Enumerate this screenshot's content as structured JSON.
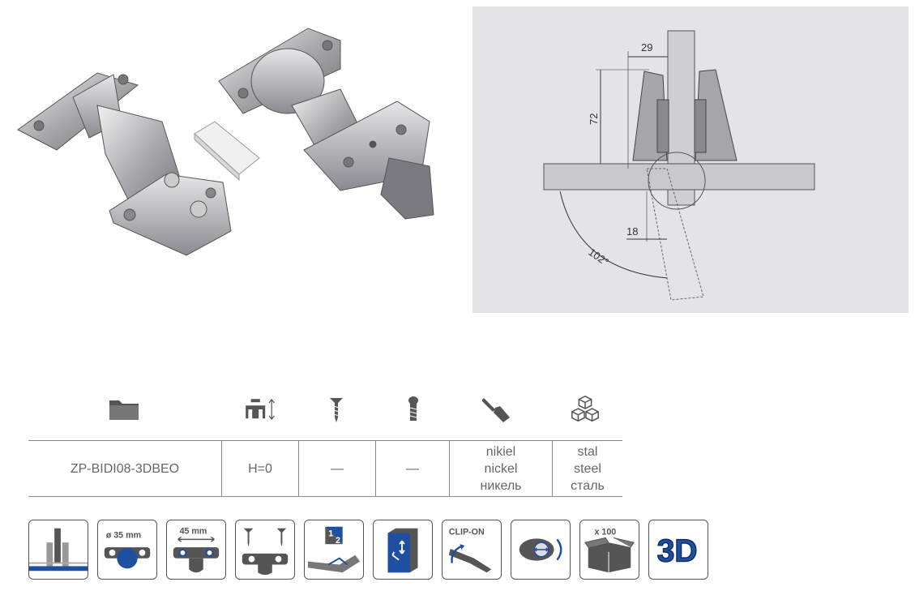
{
  "spec_table": {
    "columns": [
      {
        "icon": "folder-icon"
      },
      {
        "icon": "height-adjust-icon"
      },
      {
        "icon": "wood-screw-icon"
      },
      {
        "icon": "euro-screw-icon"
      },
      {
        "icon": "paint-brush-icon"
      },
      {
        "icon": "material-cubes-icon"
      }
    ],
    "row": {
      "code": "ZP-BIDI08-3DBEO",
      "height": "H=0",
      "screw1": "—",
      "screw2": "—",
      "finish": [
        "nikiel",
        "nickel",
        "никель"
      ],
      "material": [
        "stal",
        "steel",
        "сталь"
      ]
    }
  },
  "drawing": {
    "dim_top": "29",
    "dim_height": "72",
    "dim_bottom": "18",
    "angle": "102°"
  },
  "features": [
    {
      "icon": "full-overlay-icon"
    },
    {
      "icon": "cup-35mm-icon",
      "label": "ø 35 mm"
    },
    {
      "icon": "plate-45mm-icon",
      "label": "45 mm"
    },
    {
      "icon": "screw-plate-icon"
    },
    {
      "icon": "two-step-icon"
    },
    {
      "icon": "3d-adjust-icon"
    },
    {
      "icon": "clip-on-icon",
      "label": "CLIP-ON"
    },
    {
      "icon": "soft-close-icon"
    },
    {
      "icon": "box-100-icon",
      "label": "x 100"
    },
    {
      "icon": "3d-badge-icon",
      "label": "3D"
    }
  ],
  "colors": {
    "accent_blue": "#1f4fa0",
    "drawing_bg": "#e4e4e7",
    "line": "#555555"
  }
}
